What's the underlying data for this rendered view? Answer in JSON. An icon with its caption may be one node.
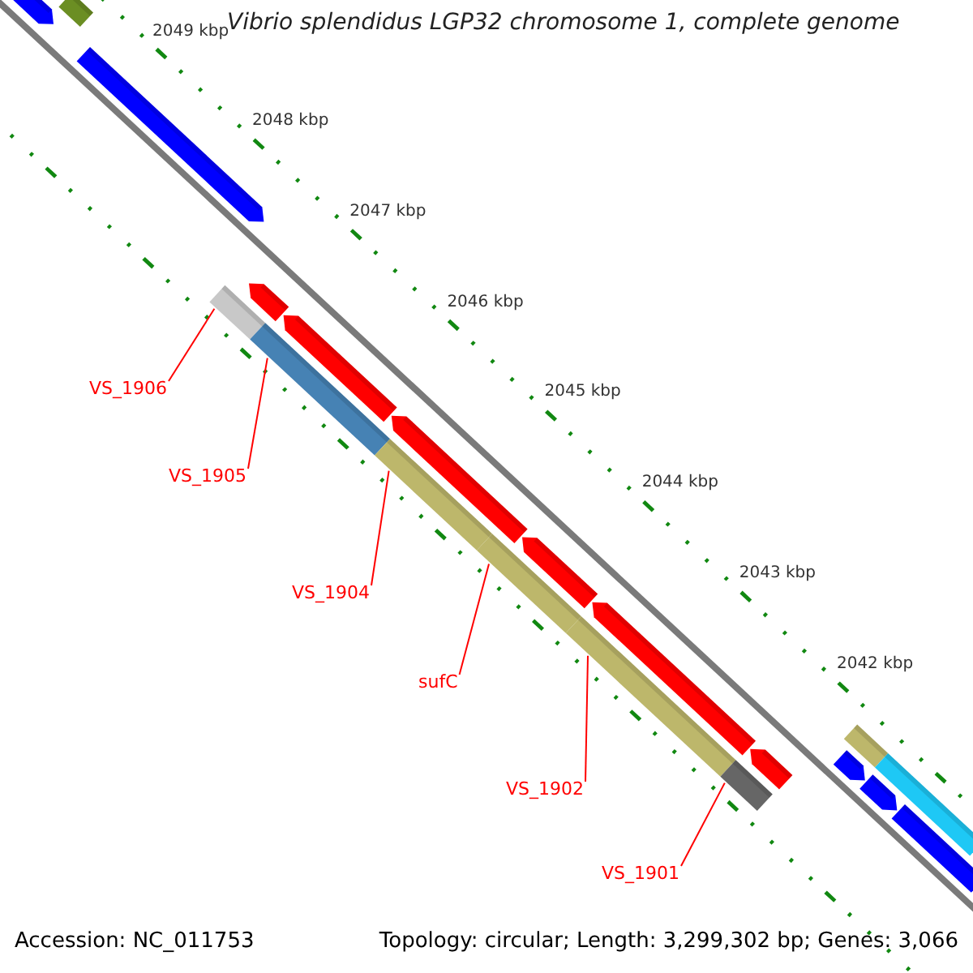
{
  "diagram": {
    "title": "Vibrio splendidus LGP32 chromosome 1, complete genome",
    "nodes": [
      {
        "text": [
          "VS_1906"
        ]
      },
      {
        "text": [],
        "shape": "bar"
      },
      {
        "text": [
          "VS_1905"
        ]
      },
      {
        "text": [],
        "shape": "bar"
      },
      {
        "text": [
          "VS_1904"
        ]
      },
      {
        "text": [],
        "shape": "bar"
      },
      {
        "text": [
          "sufC"
        ]
      },
      {
        "text": [],
        "shape": "bar"
      },
      {
        "text": [
          "VS_1902"
        ]
      },
      {
        "text": [],
        "shape": "bar"
      },
      {
        "text": [
          "VS_1901"
        ]
      },
      {
        "text": [],
        "shape": "bar"
      },
      {
        "text": [],
        "shape": "arrow"
      },
      {
        "text": [],
        "shape": "bar"
      },
      {
        "text": [],
        "shape": "arrow"
      },
      {
        "text": [],
        "shape": "arrow"
      },
      {
        "text": [],
        "shape": "arrow"
      },
      {
        "text": [],
        "shape": "arrow"
      },
      {
        "text": [],
        "shape": "arrow"
      },
      {
        "text": [],
        "shape": "arrow"
      },
      {
        "text": [],
        "shape": "arrow"
      },
      {
        "text": [],
        "shape": "bar"
      },
      {
        "text": [],
        "shape": "bar"
      },
      {
        "text": [],
        "shape": "arrow"
      },
      {
        "text": [],
        "shape": "arrow"
      },
      {
        "text": [],
        "shape": "bar"
      }
    ],
    "edges": [
      {
        "from": 0,
        "to": 1,
        "arrow": "none"
      },
      {
        "from": 2,
        "to": 3,
        "arrow": "none"
      },
      {
        "from": 4,
        "to": 5,
        "arrow": "none"
      },
      {
        "from": 6,
        "to": 7,
        "arrow": "none"
      },
      {
        "from": 8,
        "to": 9,
        "arrow": "none"
      },
      {
        "from": 10,
        "to": 11,
        "arrow": "none"
      }
    ],
    "labels": [
      "2049 kbp",
      "2048 kbp",
      "2047 kbp",
      "2046 kbp",
      "2045 kbp",
      "2044 kbp",
      "2043 kbp",
      "2042 kbp",
      "Accession: NC_011753",
      "Topology: circular; Length: 3,299,302 bp; Genes: 3,066"
    ]
  }
}
